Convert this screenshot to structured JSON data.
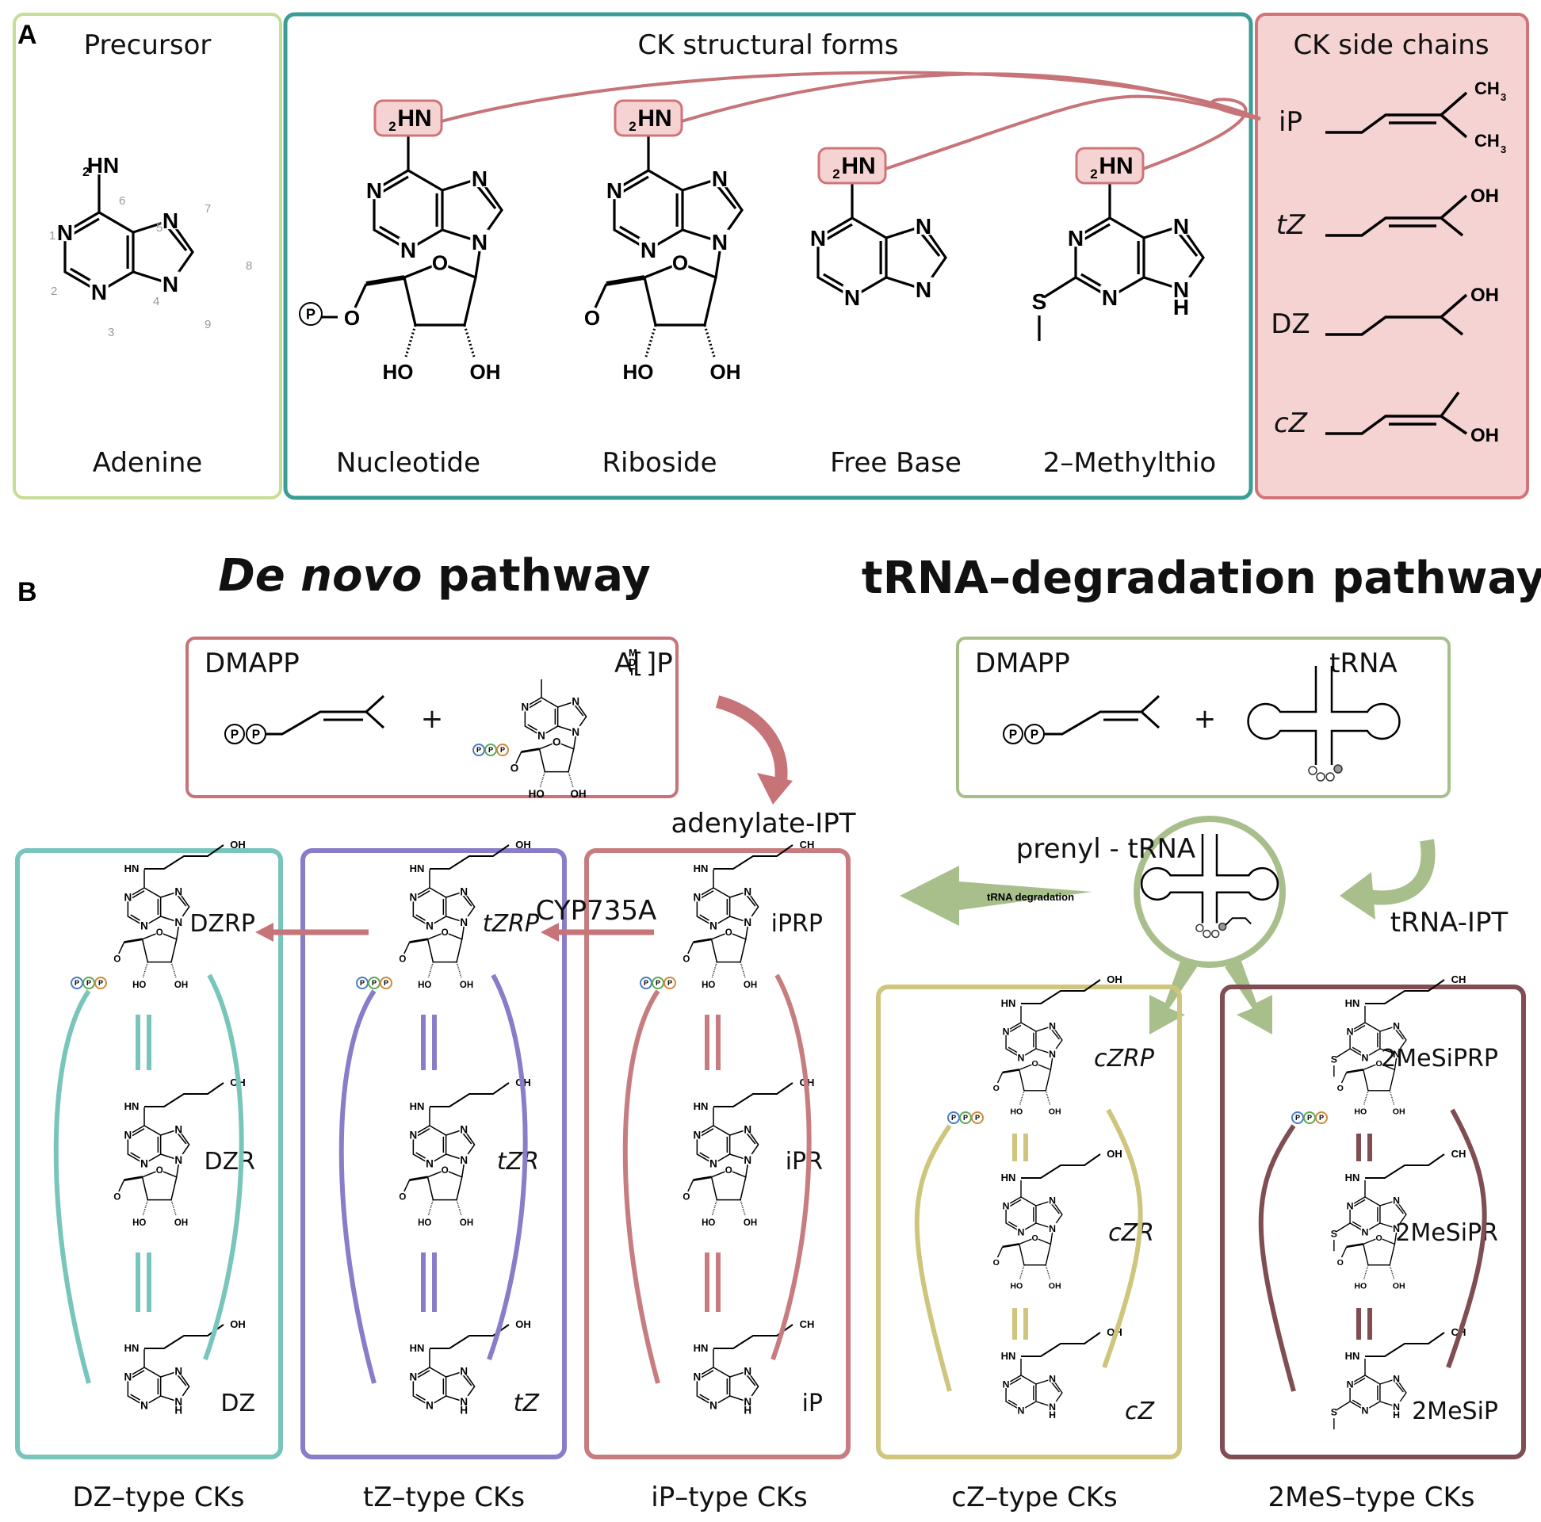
{
  "panelA": {
    "label": "A",
    "precursor": {
      "title": "Precursor",
      "name": "Adenine"
    },
    "forms": {
      "title": "CK structural forms",
      "names": [
        "Nucleotide",
        "Riboside",
        "Free Base",
        "2–Methylthio"
      ]
    },
    "sidechains": {
      "title": "CK side chains",
      "items": [
        "iP",
        "tZ",
        "DZ",
        "cZ"
      ]
    },
    "atoms": {
      "amine": "HN",
      "amine_sub": "2",
      "n": "N",
      "o": "O",
      "ho": "HO",
      "oh": "OH",
      "p": "P",
      "s": "S",
      "h": "H",
      "ch3": "CH",
      "ch3_sub": "3"
    },
    "ring_numbers": [
      "1",
      "2",
      "3",
      "4",
      "5",
      "6",
      "7",
      "8",
      "9"
    ]
  },
  "panelB": {
    "label": "B",
    "denovo": {
      "title_italic": "De novo",
      "title_rest": " pathway",
      "box_left": "DMAPP",
      "box_right_prefix": "A[",
      "box_right_suffix": "]P",
      "mdt": [
        "M",
        "D",
        "T"
      ],
      "plus": "+",
      "enzyme": "adenylate-IPT",
      "cyp": "CYP735A"
    },
    "trna": {
      "title": "tRNA–degradation pathway",
      "box_left": "DMAPP",
      "box_right": "tRNA",
      "plus": "+",
      "prenyl": "prenyl - tRNA",
      "degradation": "tRNA degradation",
      "enzyme": "tRNA-IPT"
    },
    "columns": [
      {
        "color": "#78c5bb",
        "labels": [
          "DZRP",
          "DZR",
          "DZ"
        ],
        "footer": "DZ–type CKs"
      },
      {
        "color": "#8a7cc8",
        "labels": [
          "tZRP",
          "tZR",
          "tZ"
        ],
        "footer": "tZ–type CKs"
      },
      {
        "color": "#c77d80",
        "labels": [
          "iPRP",
          "iPR",
          "iP"
        ],
        "footer": "iP–type CKs"
      },
      {
        "color": "#cfc57d",
        "labels": [
          "cZRP",
          "cZR",
          "cZ"
        ],
        "footer": "cZ–type CKs"
      },
      {
        "color": "#7f4d52",
        "labels": [
          "2MeSiPRP",
          "2MeSiPR",
          "2MeSiP"
        ],
        "footer": "2MeS–type CKs"
      }
    ],
    "ppp": "P"
  },
  "colors": {
    "green_light": "#c6dd95",
    "teal": "#3a9d96",
    "pink_fill": "#f6d3d3",
    "pink_border": "#d07478",
    "red_arrow": "#c77478",
    "olive_arrow": "#a8bf8c",
    "enzyme_text": "#c8955c"
  }
}
